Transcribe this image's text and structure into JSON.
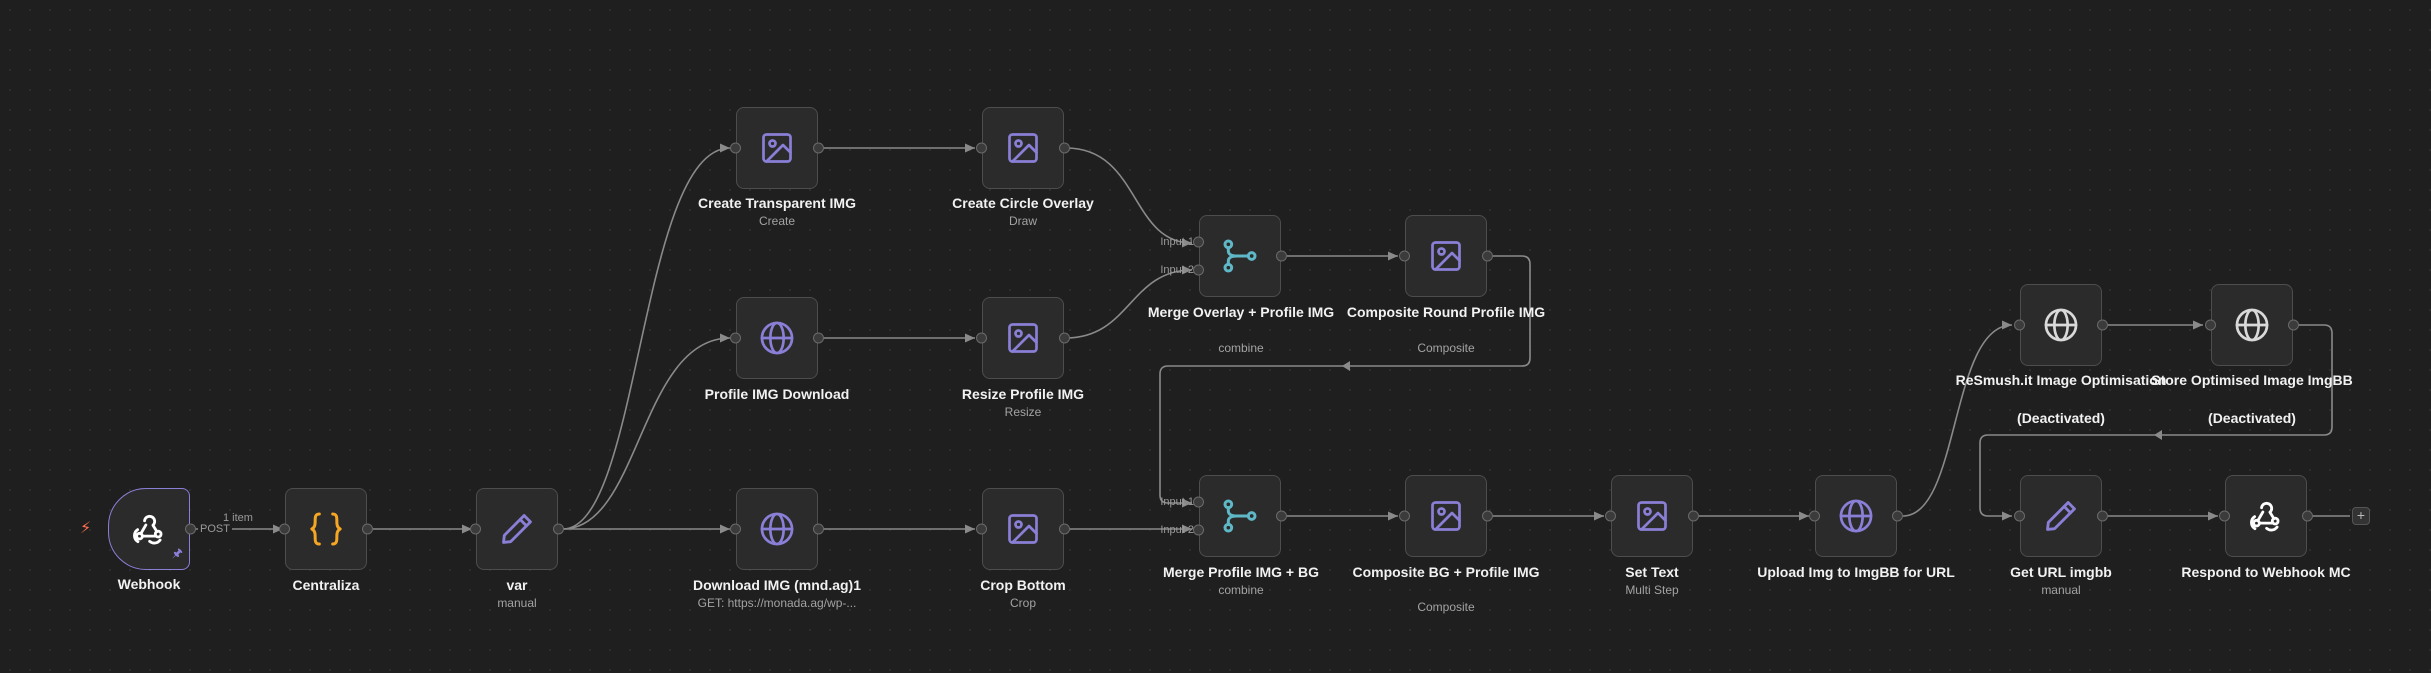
{
  "nodes": {
    "webhook": {
      "title": "Webhook",
      "icon": "webhook-icon"
    },
    "centraliza": {
      "title": "Centraliza",
      "icon": "code-braces-icon"
    },
    "var": {
      "title": "var",
      "subtitle": "manual",
      "icon": "pencil-icon"
    },
    "create_transparent": {
      "title": "Create Transparent IMG",
      "subtitle": "Create",
      "icon": "image-icon"
    },
    "create_circle": {
      "title": "Create Circle Overlay",
      "subtitle": "Draw",
      "icon": "image-icon"
    },
    "profile_download": {
      "title": "Profile IMG Download",
      "icon": "globe-icon"
    },
    "resize_profile": {
      "title": "Resize Profile IMG",
      "subtitle": "Resize",
      "icon": "image-icon"
    },
    "download_img": {
      "title": "Download IMG (mnd.ag)1",
      "subtitle": "GET: https://monada.ag/wp-...",
      "icon": "globe-icon"
    },
    "crop_bottom": {
      "title": "Crop Bottom",
      "subtitle": "Crop",
      "icon": "image-icon"
    },
    "merge_overlay": {
      "title": "Merge Overlay + Profile IMG",
      "subtitle": "combine",
      "icon": "merge-icon",
      "input1": "Input 1",
      "input2": "Input 2"
    },
    "composite_round": {
      "title": "Composite Round Profile IMG",
      "subtitle": "Composite",
      "icon": "image-icon"
    },
    "merge_profile_bg": {
      "title": "Merge Profile IMG + BG",
      "subtitle": "combine",
      "icon": "merge-icon",
      "input1": "Input 1",
      "input2": "Input 2"
    },
    "composite_bg": {
      "title": "Composite BG + Profile IMG",
      "subtitle": "Composite",
      "icon": "image-icon"
    },
    "set_text": {
      "title": "Set Text",
      "subtitle": "Multi Step",
      "icon": "image-icon"
    },
    "upload_imgbb": {
      "title": "Upload Img to ImgBB for URL",
      "icon": "globe-icon"
    },
    "resmush": {
      "title": "ReSmush.it Image Optimisation",
      "subtitle": "(Deactivated)",
      "icon": "globe-icon"
    },
    "store_optimised": {
      "title": "Store Optimised Image ImgBB",
      "subtitle": "(Deactivated)",
      "icon": "globe-icon"
    },
    "get_url": {
      "title": "Get URL imgbb",
      "subtitle": "manual",
      "icon": "pencil-icon"
    },
    "respond_webhook": {
      "title": "Respond to Webhook MC",
      "icon": "webhook-icon"
    }
  },
  "connection_labels": {
    "items": "1 item",
    "method": "POST"
  },
  "add_node": "+",
  "colors": {
    "background": "#1f1f1f",
    "node_bg": "#2b2b2b",
    "node_border": "#4d4d4d",
    "trigger_border": "#8a7fd6",
    "purple_icon": "#8a7fd6",
    "teal_icon": "#5fb8c7",
    "orange_icon": "#f5a623",
    "edge": "#8a8a8a",
    "bolt": "#ff6d4d"
  }
}
